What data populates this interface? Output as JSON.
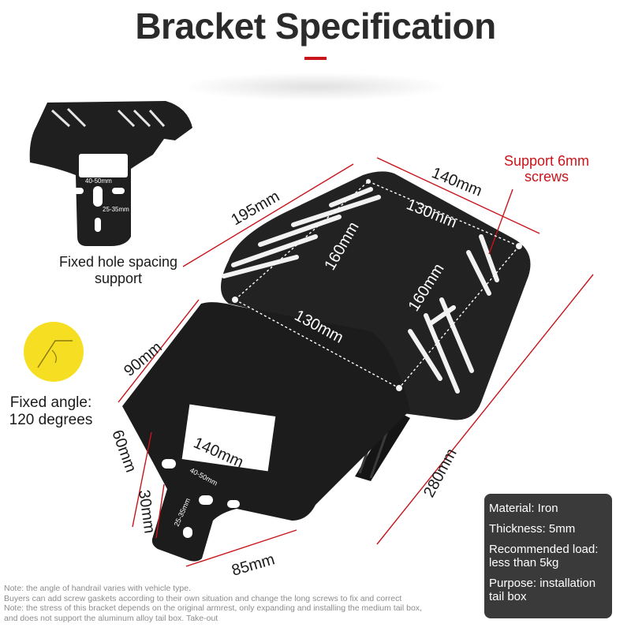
{
  "title": "Bracket Specification",
  "colors": {
    "accent_red": "#c8151b",
    "bracket": "#1f1f1f",
    "spec_box": "#3a3a3a",
    "angle_circle": "#f6df22"
  },
  "dimensions": {
    "top_width": "140mm",
    "upper_left_edge": "195mm",
    "hole_spacing_top": "130mm",
    "hole_spacing_left": "160mm",
    "hole_spacing_right": "160mm",
    "hole_spacing_bottom": "130mm",
    "step_width": "90mm",
    "mount_depth": "140mm",
    "overall_length": "280mm",
    "mount_height": "60mm",
    "mount_lower": "30mm",
    "mount_base": "85mm",
    "slot_a": "40-50mm",
    "slot_b": "25-35mm"
  },
  "inset_slots": {
    "slot_a": "40-50mm",
    "slot_b": "25-35mm"
  },
  "callouts": {
    "support_screws": "Support 6mm screws",
    "fixed_hole": "Fixed hole spacing support",
    "fixed_angle": "Fixed angle: 120 degrees"
  },
  "specs": {
    "material": "Material: Iron",
    "thickness": "Thickness: 5mm",
    "load": "Recommended load: less than 5kg",
    "purpose": "Purpose: installation tail box"
  },
  "notes": {
    "line1": "Note: the angle of handrail varies with vehicle type.",
    "line2": "Buyers can add screw gaskets according to their own situation and change the long screws to fix and correct",
    "line3": "Note: the stress of this bracket depends on the original armrest, only expanding and installing the medium tail box,",
    "line4": "and does not support the aluminum alloy tail box. Take-out"
  }
}
